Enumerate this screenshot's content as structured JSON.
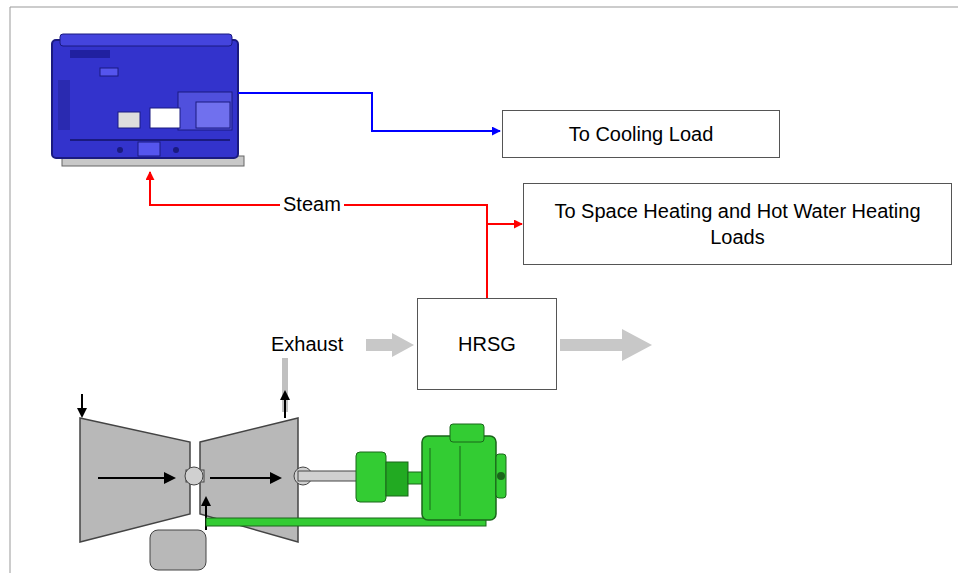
{
  "diagram": {
    "nodes": [
      {
        "text": [
          "To Cooling Load"
        ]
      },
      {
        "text": [
          "To Space Heating and Hot Water Heating Loads"
        ]
      },
      {
        "text": [
          "HRSG"
        ]
      }
    ],
    "edges": [
      {
        "from": 2,
        "to": 1,
        "arrow": "to"
      }
    ],
    "labels": [
      "Steam",
      "Exhaust"
    ]
  }
}
